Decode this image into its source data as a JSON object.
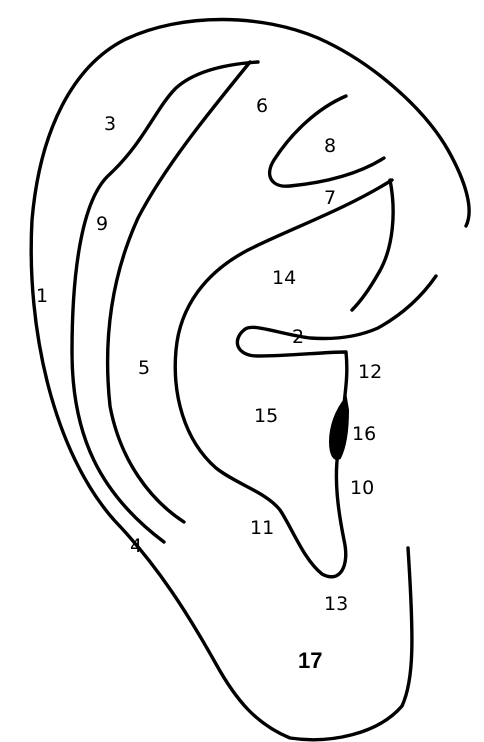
{
  "diagram": {
    "labels": {
      "l1": "1",
      "l2": "2",
      "l3": "3",
      "l4": "4",
      "l5": "5",
      "l6": "6",
      "l7": "7",
      "l8": "8",
      "l9": "9",
      "l10": "10",
      "l11": "11",
      "l12": "12",
      "l13": "13",
      "l14": "14",
      "l15": "15",
      "l16": "16",
      "l17": "17"
    },
    "colors": {
      "line": "#000000",
      "background": "#ffffff"
    }
  }
}
